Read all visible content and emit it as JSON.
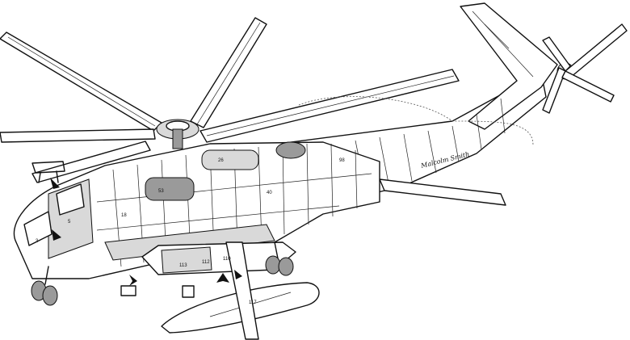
{
  "callouts": [
    "113",
    "112",
    "110",
    "117",
    "53",
    "26",
    "18",
    "5",
    "3",
    "40",
    "98"
  ],
  "signature": "Malcolm Smith",
  "colors": {
    "ink": "#111111",
    "paper": "#ffffff",
    "shade": "#d9d9d9",
    "dark": "#9a9a9a"
  }
}
